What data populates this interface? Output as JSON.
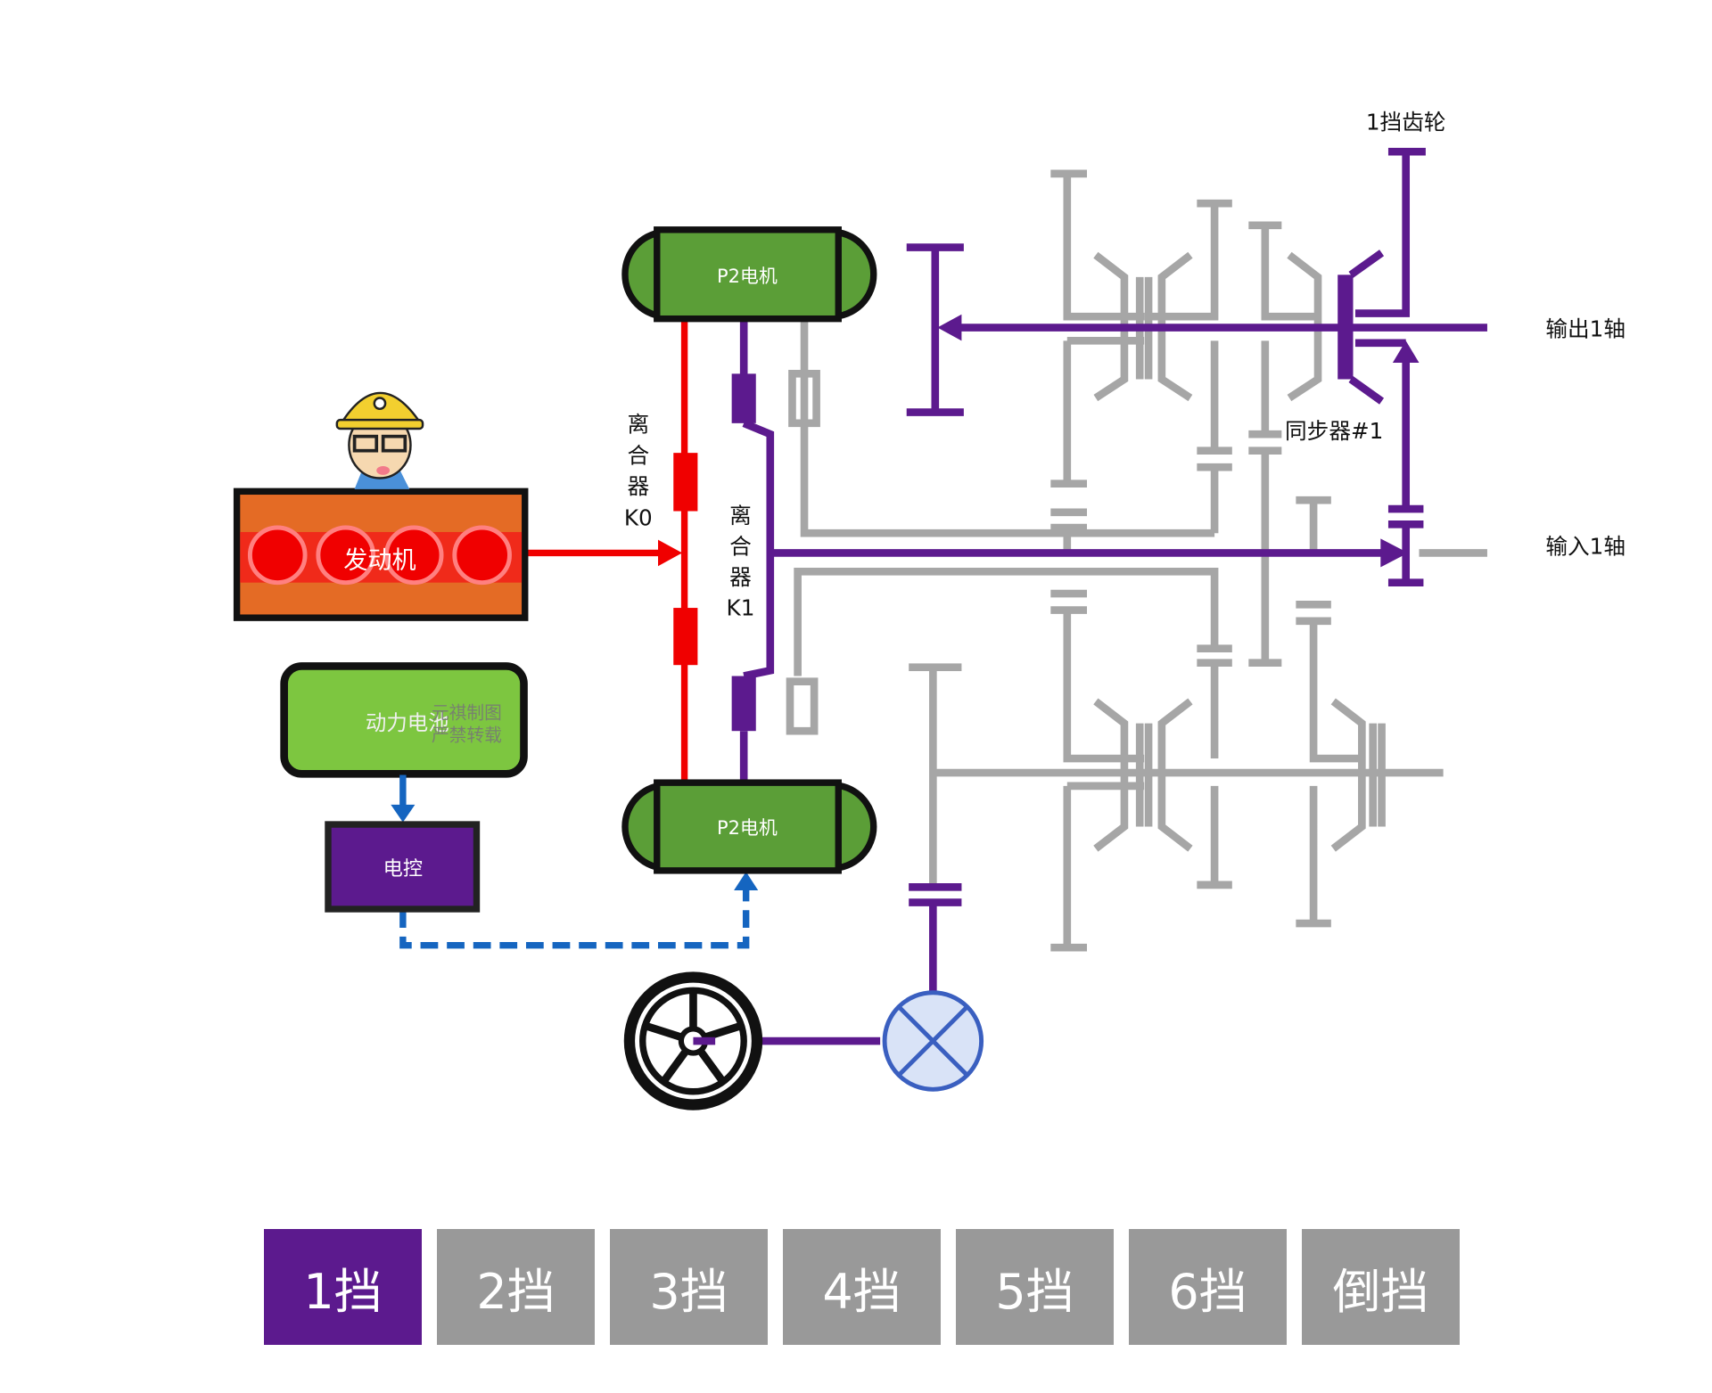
{
  "labels": {
    "engine": "发动机",
    "battery": "动力电池",
    "watermark_line1": "元祺制图",
    "watermark_line2": "严禁转载",
    "controller": "电控",
    "motor_top": "P2电机",
    "motor_bottom": "P2电机",
    "clutch_k0": [
      "离",
      "合",
      "器",
      "K0"
    ],
    "clutch_k1": [
      "离",
      "合",
      "器",
      "K1"
    ],
    "first_gear": "1挡齿轮",
    "output_shaft": "输出1轴",
    "synchronizer": "同步器#1",
    "input_shaft": "输入1轴"
  },
  "gear_buttons": [
    {
      "label": "1挡",
      "active": true
    },
    {
      "label": "2挡",
      "active": false
    },
    {
      "label": "3挡",
      "active": false
    },
    {
      "label": "4挡",
      "active": false
    },
    {
      "label": "5挡",
      "active": false
    },
    {
      "label": "6挡",
      "active": false
    },
    {
      "label": "倒挡",
      "active": false
    }
  ],
  "colors": {
    "active_path": "#5c1a8e",
    "engine_path": "#f00000",
    "inactive_path": "#a6a6a6",
    "control_path": "#1565c0",
    "engine_fill": "#e46b25",
    "motor_fill": "#5b9e37",
    "battery_fill": "#7dc640",
    "button_active": "#5c1a8e",
    "button_inactive": "#999999"
  }
}
